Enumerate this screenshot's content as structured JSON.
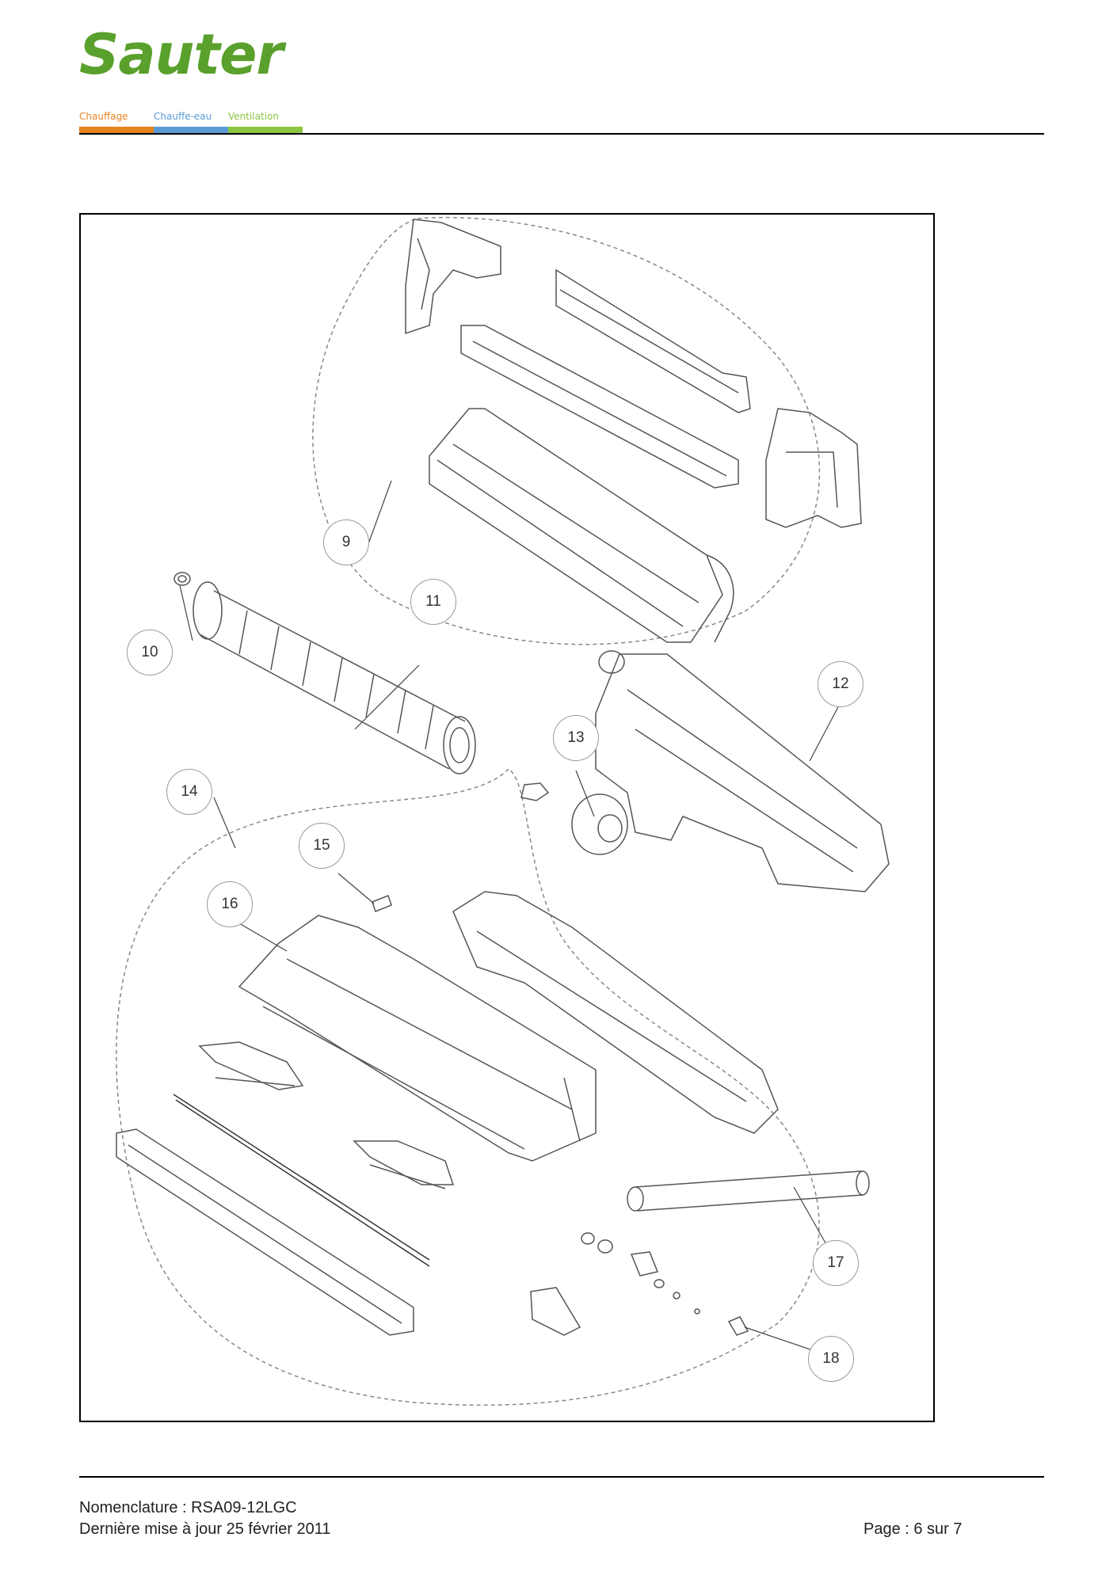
{
  "header": {
    "brand": "Sauter",
    "categories": [
      "Chauffage",
      "Chauffe-eau",
      "Ventilation"
    ],
    "colors": {
      "brand": "#5aa02c",
      "chauffage": "#e8821f",
      "chauffe_eau": "#5b9bd5",
      "ventilation": "#8cc63f"
    }
  },
  "diagram": {
    "callouts": [
      {
        "label": "9"
      },
      {
        "label": "10"
      },
      {
        "label": "11"
      },
      {
        "label": "12"
      },
      {
        "label": "13"
      },
      {
        "label": "14"
      },
      {
        "label": "15"
      },
      {
        "label": "16"
      },
      {
        "label": "17"
      },
      {
        "label": "18"
      }
    ]
  },
  "footer": {
    "nomenclature": "Nomenclature : RSA09-12LGC",
    "updated": "Dernière mise à jour 25 février 2011",
    "page": "Page : 6 sur 7"
  }
}
